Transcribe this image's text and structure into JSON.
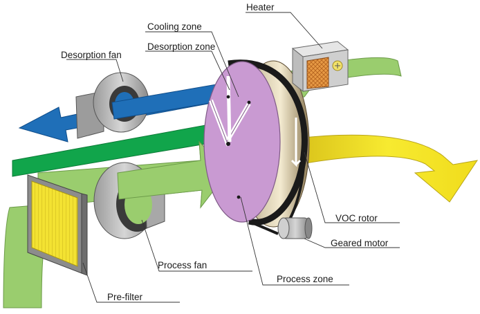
{
  "labels": {
    "heater": "Heater",
    "cooling_zone": "Cooling zone",
    "desorption_zone": "Desorption zone",
    "desorption_fan": "Desorption fan",
    "voc_rotor": "VOC rotor",
    "geared_motor": "Geared motor",
    "process_fan": "Process fan",
    "process_zone": "Process zone",
    "pre_filter": "Pre-filter"
  },
  "colors": {
    "process_air": "#9acd6e",
    "desorption_air": "#1f6fb8",
    "exhaust_air": "#f5e62a",
    "green_band": "#11a54b",
    "rotor": "#c99ad2",
    "filter": "#f0e030",
    "heater": "#e8a050"
  }
}
